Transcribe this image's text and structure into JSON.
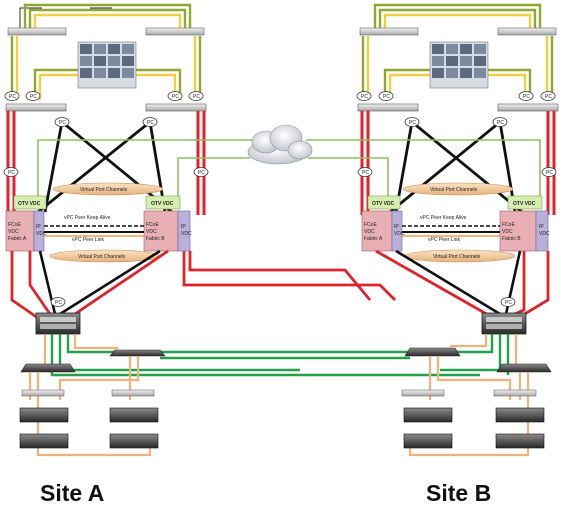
{
  "sites": [
    {
      "label": "Site A"
    },
    {
      "label": "Site B"
    }
  ],
  "labels": {
    "pc": "PC",
    "otv_vdc": "OTV VDC",
    "virtual_port_channels": "Virtual Port Channels",
    "vpc_peer_keepalive": "vPC Peer Keep Alive",
    "vpc_peer_link": "vPC Peer Link",
    "fcoe_vdc_fabric_a_l1": "FCoE",
    "fcoe_vdc_fabric_a_l2": "VDC",
    "fcoe_vdc_fabric_a_l3": "Fabric A",
    "fcoe_vdc_fabric_b_l1": "FCoE",
    "fcoe_vdc_fabric_b_l2": "VDC",
    "fcoe_vdc_fabric_b_l3": "Fabric B",
    "ip_vdc_l1": "IP",
    "ip_vdc_l2": "VDC"
  },
  "colors": {
    "red_link": "#e0222a",
    "black_link": "#111111",
    "green_link": "#22a04a",
    "orange_link": "#f0b27a",
    "olive_link": "#8ea832",
    "vdc_fcoe": "#e8b0b4",
    "vdc_ip": "#b8b0d8",
    "vdc_otv": "#d6efb0",
    "virtual_pc_band": "#f3cfa8"
  }
}
